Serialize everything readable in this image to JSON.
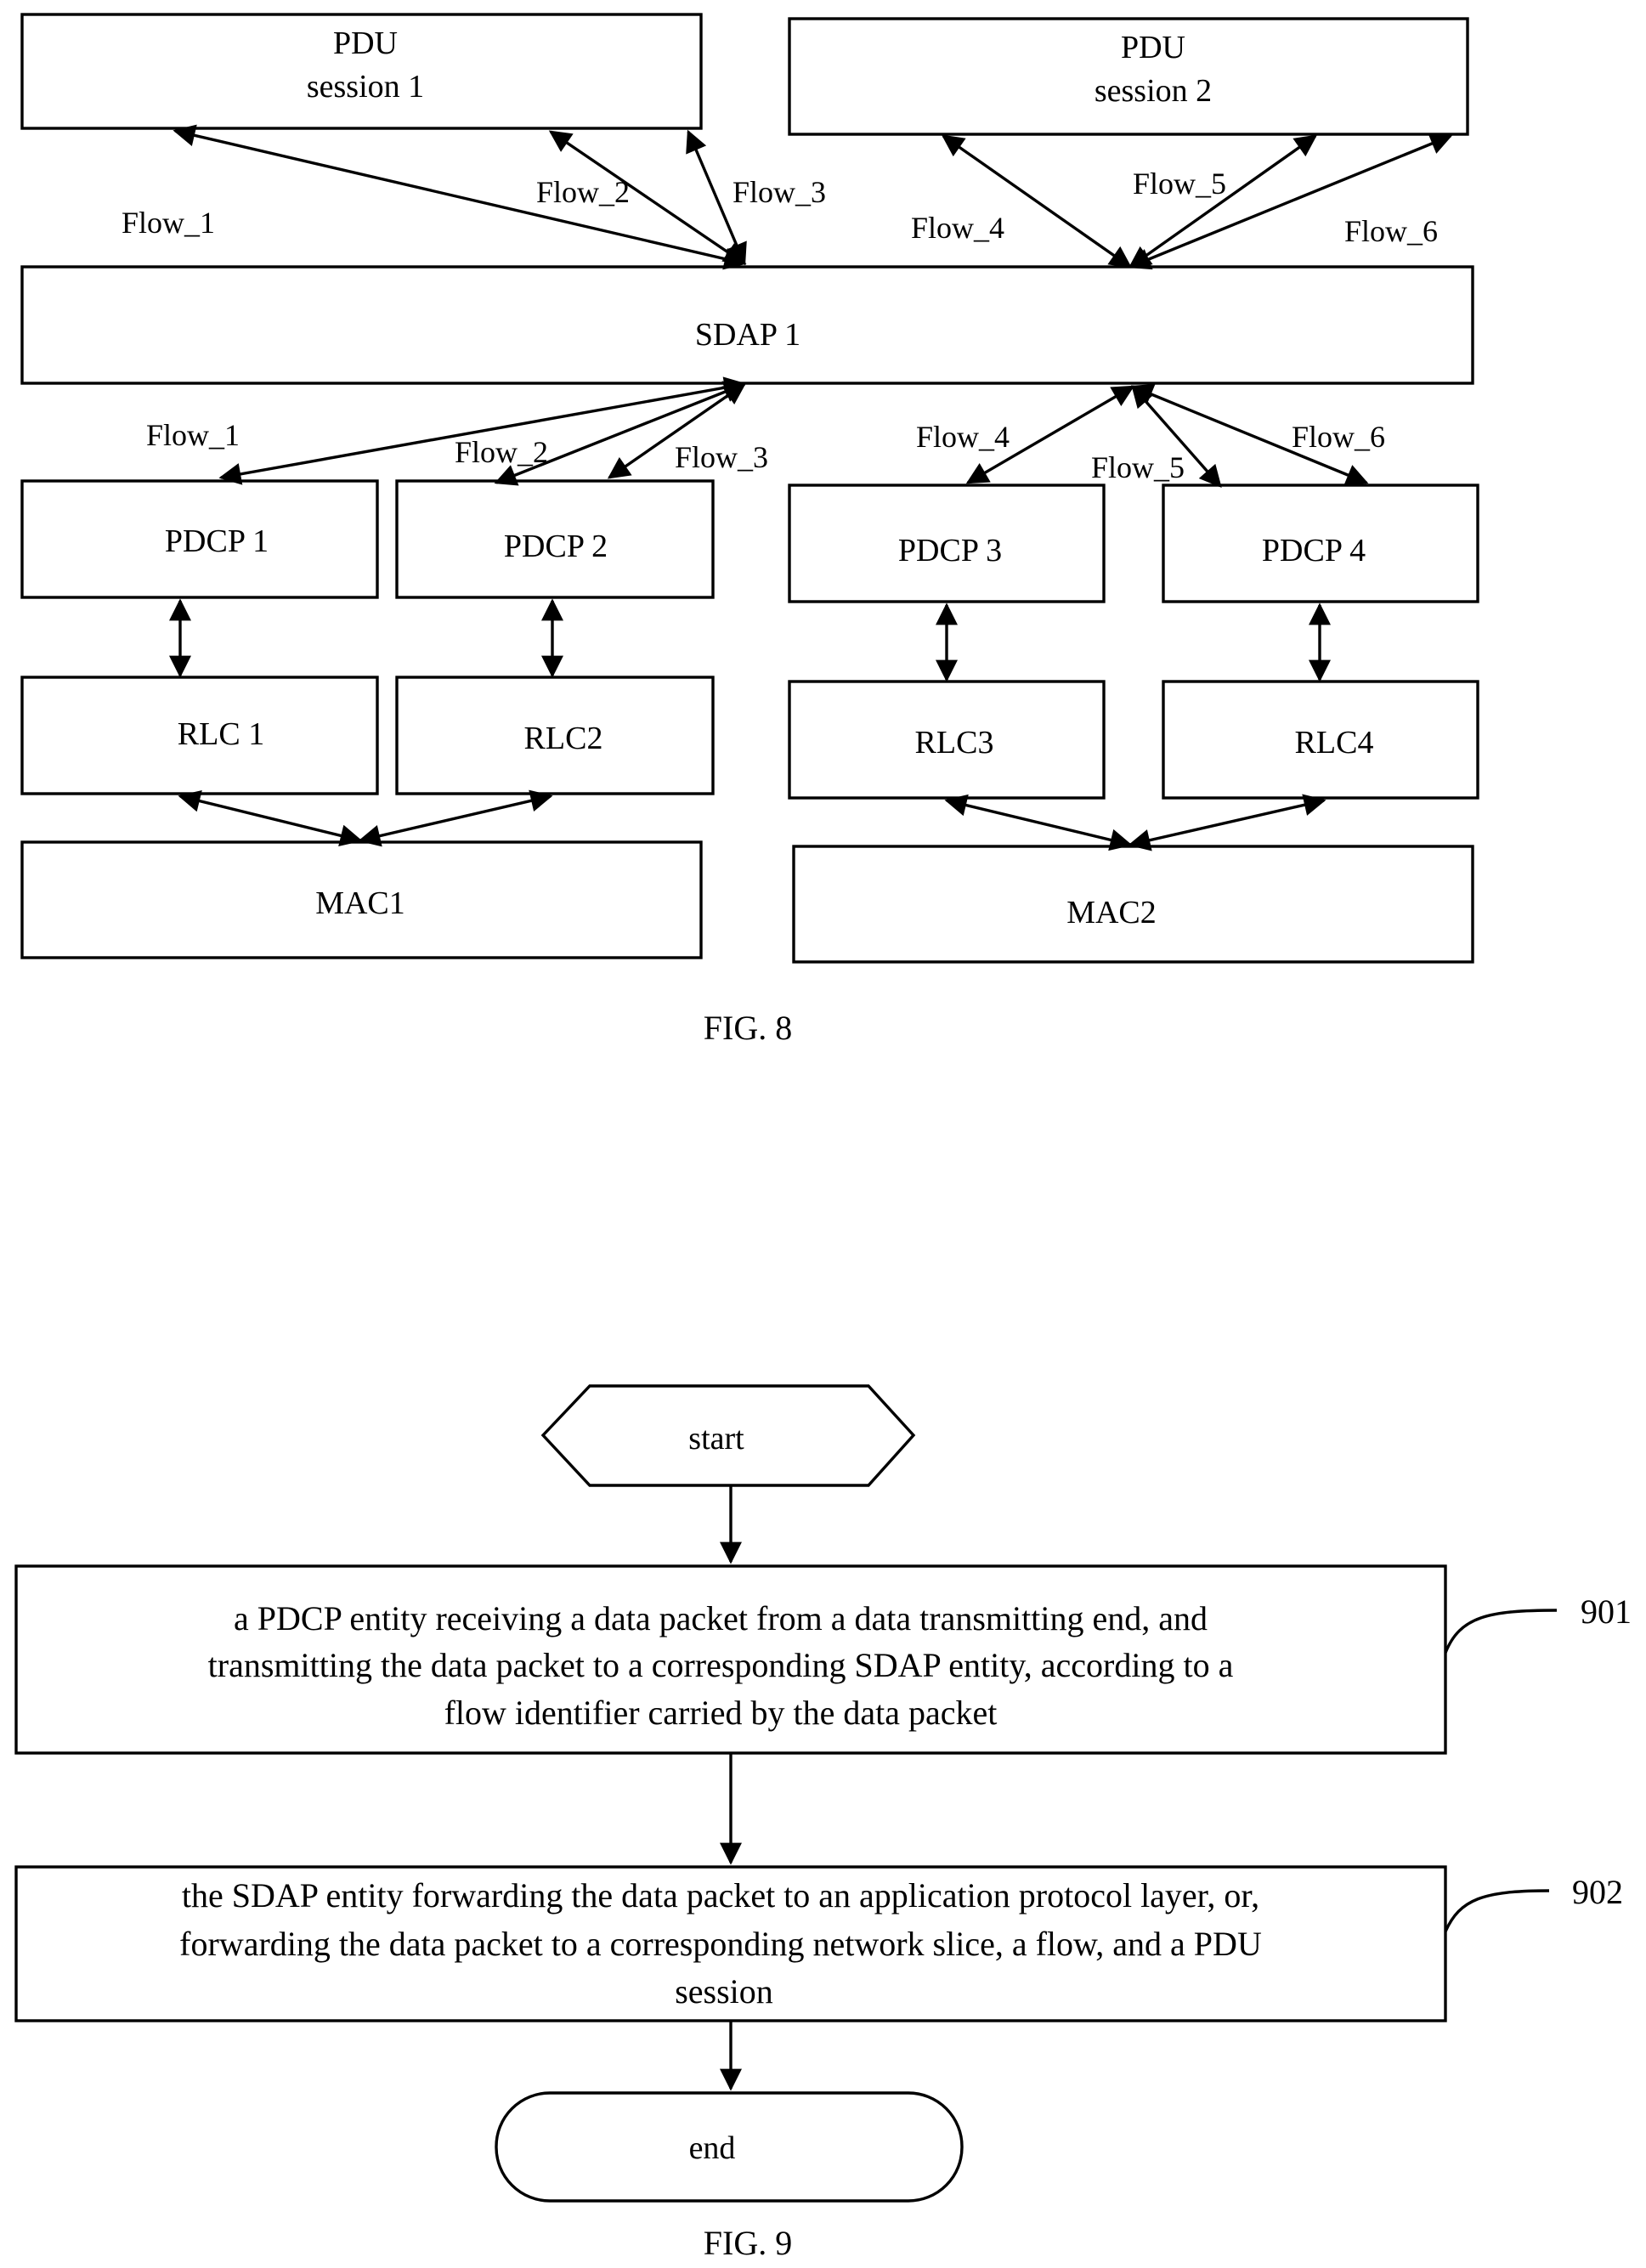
{
  "fig8": {
    "caption": "FIG. 8",
    "pdu1": [
      "PDU",
      "session 1"
    ],
    "pdu2": [
      "PDU",
      "session  2"
    ],
    "sdap": "SDAP 1",
    "pdcp": [
      "PDCP 1",
      "PDCP 2",
      "PDCP 3",
      "PDCP 4"
    ],
    "rlc": [
      "RLC 1",
      "RLC2",
      "RLC3",
      "RLC4"
    ],
    "mac": [
      "MAC1",
      "MAC2"
    ],
    "upper_flows": [
      "Flow_1",
      "Flow_2",
      "Flow_3",
      "Flow_4",
      "Flow_5",
      "Flow_6"
    ],
    "lower_flows": [
      "Flow_1",
      "Flow_2",
      "Flow_3",
      "Flow_4",
      "Flow_5",
      "Flow_6"
    ]
  },
  "fig9": {
    "caption": "FIG. 9",
    "start": "start",
    "end": "end",
    "step1": {
      "ref": "901",
      "lines": [
        "a PDCP entity receiving a data packet from a data transmitting end, and",
        "transmitting the data packet to a corresponding SDAP entity, according to a",
        "flow  identifier carried by the data packet"
      ]
    },
    "step2": {
      "ref": "902",
      "lines": [
        "the SDAP entity forwarding the data packet to an application protocol layer, or,",
        "forwarding the data packet to a corresponding network slice, a flow, and a PDU",
        "session"
      ]
    }
  }
}
